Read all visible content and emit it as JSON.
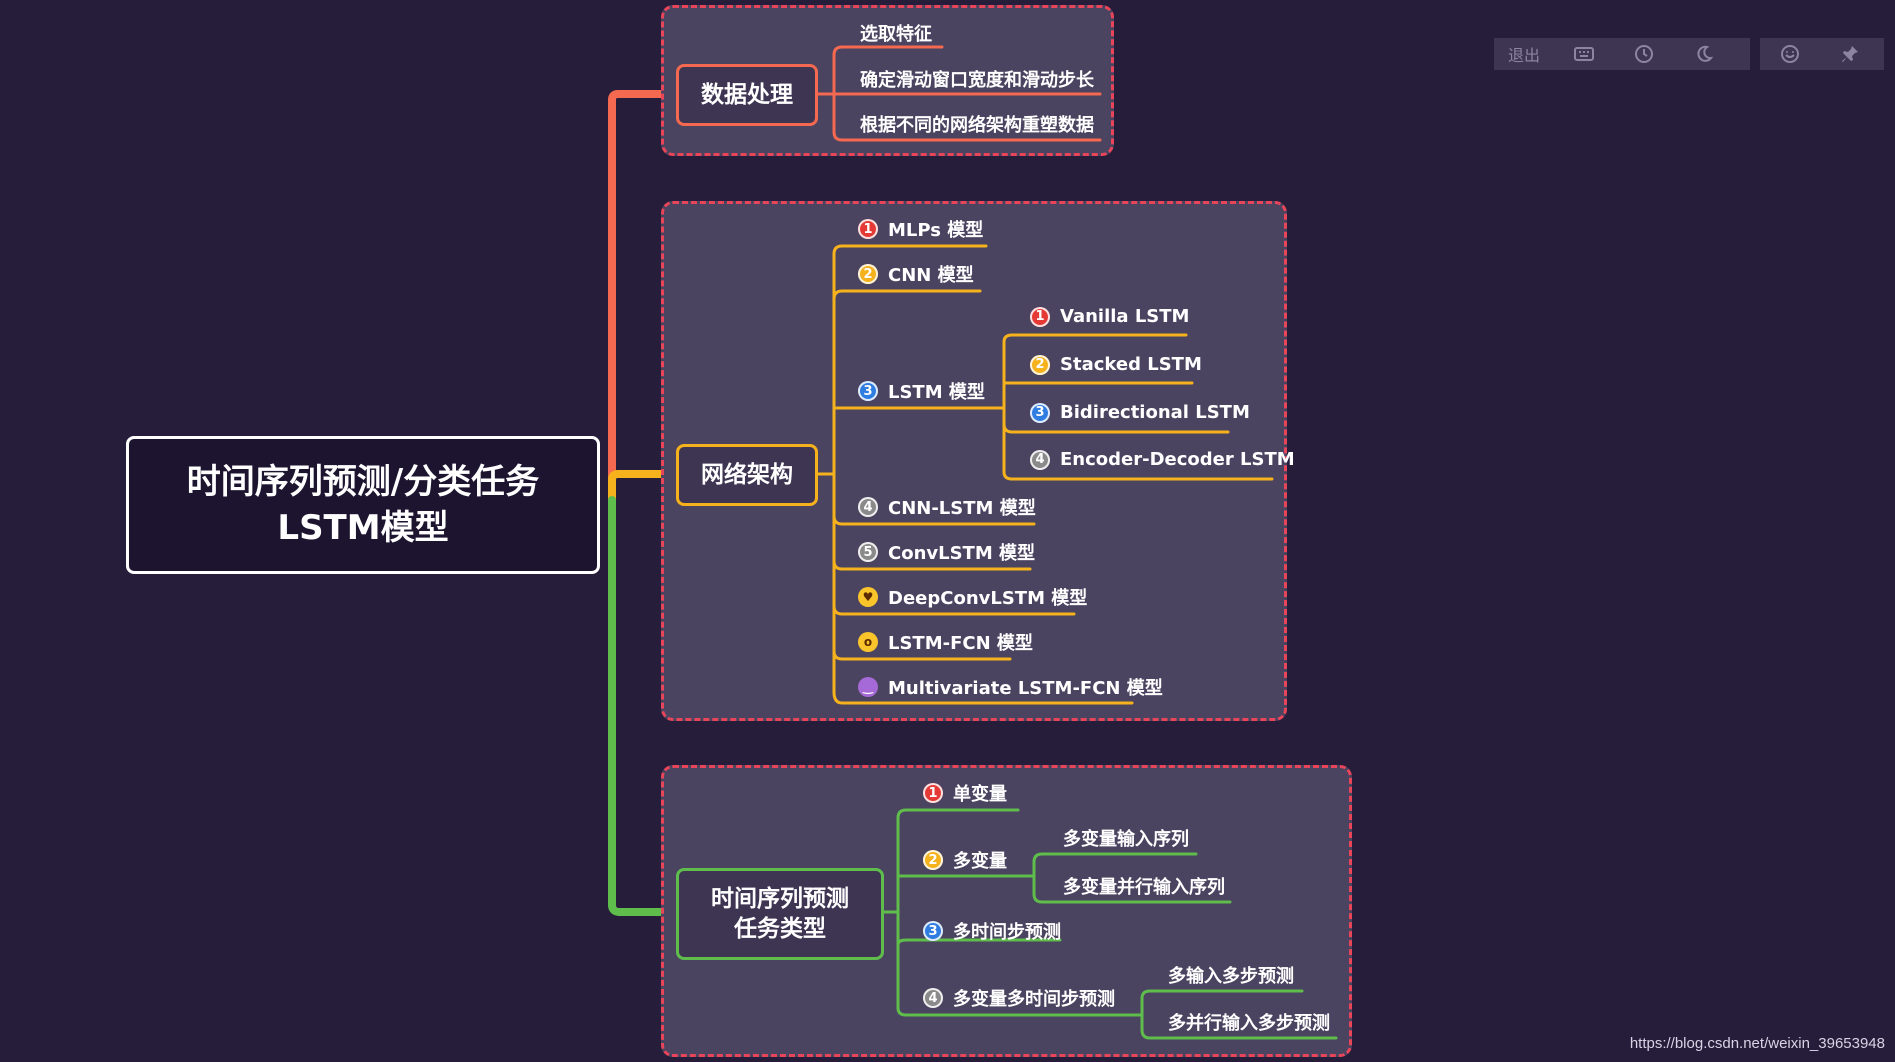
{
  "root": {
    "line1": "时间序列预测/分类任务",
    "line2": "LSTM模型"
  },
  "colors": {
    "red": "#f4694f",
    "yellow": "#f6b21c",
    "green": "#5fbd4c",
    "dash": "#e8455a"
  },
  "branch_data": {
    "title": "数据处理",
    "items": [
      "选取特征",
      "确定滑动窗口宽度和滑动步长",
      "根据不同的网络架构重塑数据"
    ]
  },
  "branch_arch": {
    "title": "网络架构",
    "items": [
      {
        "badge": "1",
        "label": "MLPs 模型"
      },
      {
        "badge": "2",
        "label": "CNN 模型"
      },
      {
        "badge": "3",
        "label": "LSTM 模型"
      },
      {
        "badge": "4",
        "label": "CNN-LSTM 模型"
      },
      {
        "badge": "5",
        "label": "ConvLSTM 模型"
      },
      {
        "badge": "heart-eyes-emoji",
        "label": "DeepConvLSTM 模型"
      },
      {
        "badge": "surprised-emoji",
        "label": "LSTM-FCN 模型"
      },
      {
        "badge": "smirk-emoji",
        "label": "Multivariate LSTM-FCN 模型"
      }
    ],
    "lstm_children": [
      {
        "badge": "1",
        "label": "Vanilla LSTM"
      },
      {
        "badge": "2",
        "label": "Stacked LSTM"
      },
      {
        "badge": "3",
        "label": "Bidirectional LSTM"
      },
      {
        "badge": "4",
        "label": "Encoder-Decoder LSTM"
      }
    ]
  },
  "branch_task": {
    "title_line1": "时间序列预测",
    "title_line2": "任务类型",
    "items": [
      {
        "badge": "1",
        "label": "单变量"
      },
      {
        "badge": "2",
        "label": "多变量"
      },
      {
        "badge": "3",
        "label": "多时间步预测"
      },
      {
        "badge": "4",
        "label": "多变量多时间步预测"
      }
    ],
    "multivar_children": [
      "多变量输入序列",
      "多变量并行输入序列"
    ],
    "multistep_children": [
      "多输入多步预测",
      "多并行输入多步预测"
    ]
  },
  "toolbar": {
    "exit_label": "退出",
    "icons": [
      "keyboard-icon",
      "clock-icon",
      "moon-icon",
      "smiley-icon",
      "pin-icon"
    ]
  },
  "watermark": "https://blog.csdn.net/weixin_39653948"
}
